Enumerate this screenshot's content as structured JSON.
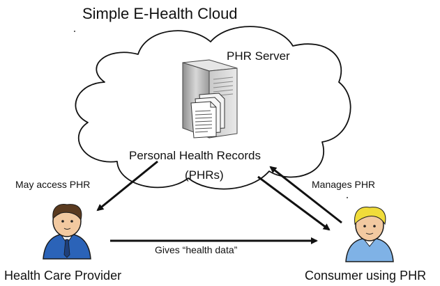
{
  "title": "Simple E-Health Cloud",
  "server_label": "PHR Server",
  "records_label": "Personal Health Records",
  "records_abbrev": "(PHRs)",
  "edge_may_access": "May access PHR",
  "edge_manages": "Manages PHR",
  "edge_gives": "Gives “health data”",
  "actor_provider": "Health Care Provider",
  "actor_consumer": "Consumer using PHR",
  "icons": {
    "cloud": "cloud-icon",
    "server": "server-icon",
    "documents": "documents-icon",
    "provider": "doctor-person-icon",
    "consumer": "patient-person-icon"
  },
  "colors": {
    "provider_shirt": "#2b63b8",
    "provider_hair": "#5a3a1f",
    "consumer_shirt": "#7fb2e6",
    "consumer_hair": "#f0dc3a",
    "skin": "#f2c9a0",
    "server_body": "#b9b9b9"
  }
}
